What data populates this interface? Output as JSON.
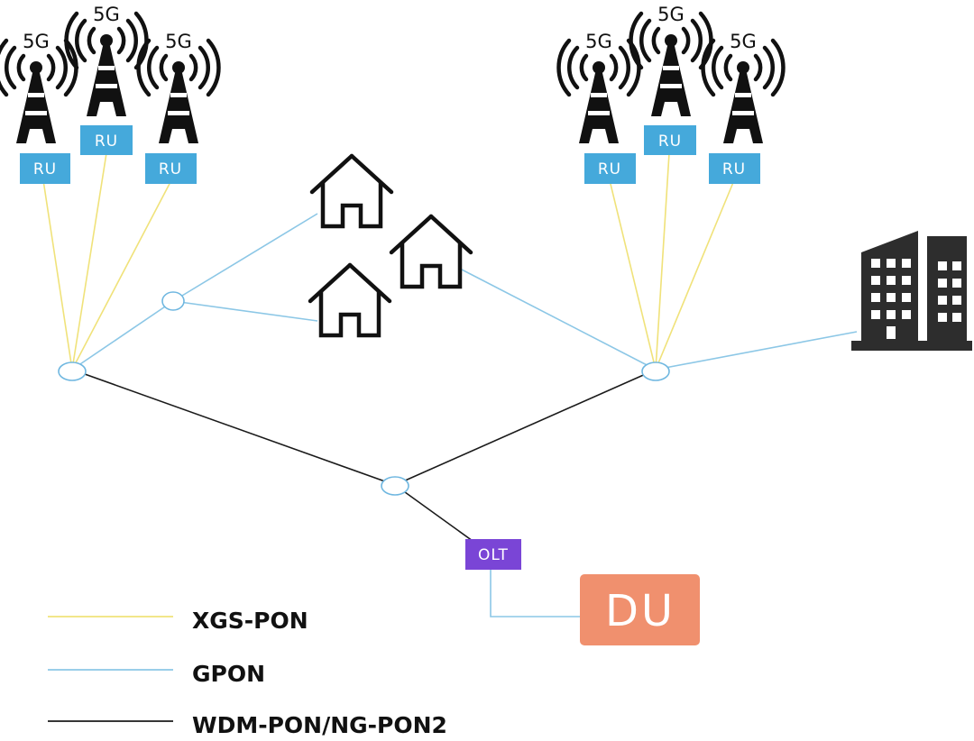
{
  "colors": {
    "xgs_pon": "#f0e27a",
    "gpon": "#8cc7e6",
    "wdm_pon": "#1a1a1a",
    "ru_box": "#45a9db",
    "olt_box": "#7a45d6",
    "du_box": "#f0906e",
    "splitter_stroke": "#6fb7e0"
  },
  "towers": [
    {
      "label": "5G",
      "icon": "antenna-tower-icon"
    },
    {
      "label": "5G",
      "icon": "antenna-tower-icon"
    },
    {
      "label": "5G",
      "icon": "antenna-tower-icon"
    },
    {
      "label": "5G",
      "icon": "antenna-tower-icon"
    },
    {
      "label": "5G",
      "icon": "antenna-tower-icon"
    },
    {
      "label": "5G",
      "icon": "antenna-tower-icon"
    }
  ],
  "ru_units": [
    {
      "label": "RU"
    },
    {
      "label": "RU"
    },
    {
      "label": "RU"
    },
    {
      "label": "RU"
    },
    {
      "label": "RU"
    },
    {
      "label": "RU"
    }
  ],
  "olt": {
    "label": "OLT"
  },
  "du": {
    "label": "DU"
  },
  "icons": {
    "house": "house-icon",
    "building": "office-building-icon"
  },
  "legend": [
    {
      "label": "XGS-PON",
      "color": "#f0e27a"
    },
    {
      "label": "GPON",
      "color": "#8cc7e6"
    },
    {
      "label": "WDM-PON/NG-PON2",
      "color": "#1a1a1a"
    }
  ]
}
